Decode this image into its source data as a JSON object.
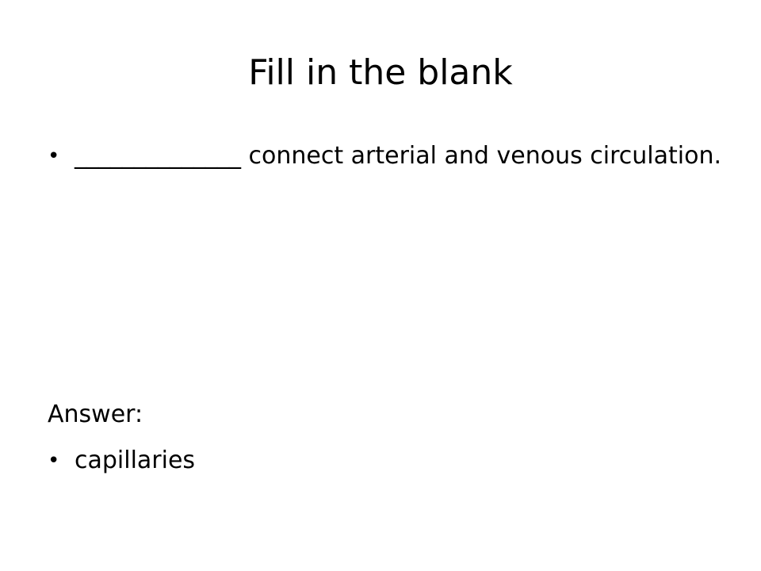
{
  "slide": {
    "title": "Fill in the blank",
    "question": {
      "bullet": "•",
      "blank": "______________",
      "text": " connect arterial and venous circulation."
    },
    "answer_label": "Answer:",
    "answer": {
      "bullet": "•",
      "text": "capillaries"
    }
  }
}
